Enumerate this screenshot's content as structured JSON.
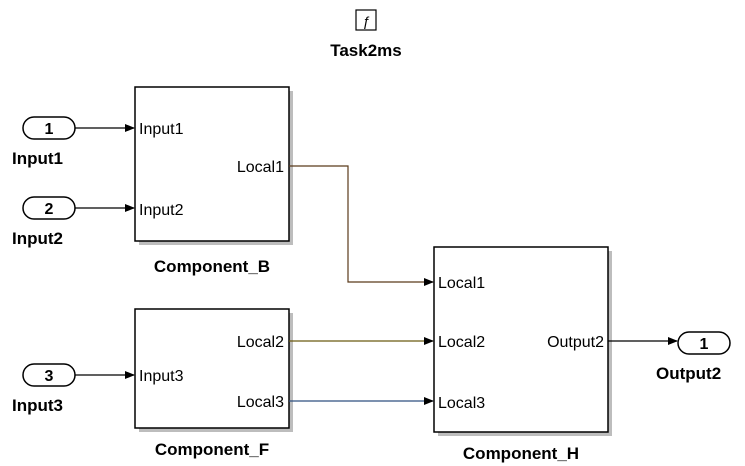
{
  "task": {
    "icon": "function-call-icon",
    "label": "Task2ms"
  },
  "inports": [
    {
      "number": "1",
      "label": "Input1"
    },
    {
      "number": "2",
      "label": "Input2"
    },
    {
      "number": "3",
      "label": "Input3"
    }
  ],
  "outports": [
    {
      "number": "1",
      "label": "Output2"
    }
  ],
  "blocks": {
    "b": {
      "name": "Component_B",
      "in1": "Input1",
      "in2": "Input2",
      "out1": "Local1"
    },
    "f": {
      "name": "Component_F",
      "in1": "Input3",
      "out1": "Local2",
      "out2": "Local3"
    },
    "h": {
      "name": "Component_H",
      "in1": "Local1",
      "in2": "Local2",
      "in3": "Local3",
      "out1": "Output2"
    }
  },
  "colors": {
    "wire_local1": "#5a3a1a",
    "wire_local2": "#6b5a10",
    "wire_local3": "#2f4f7f",
    "wire_default": "#000000"
  }
}
